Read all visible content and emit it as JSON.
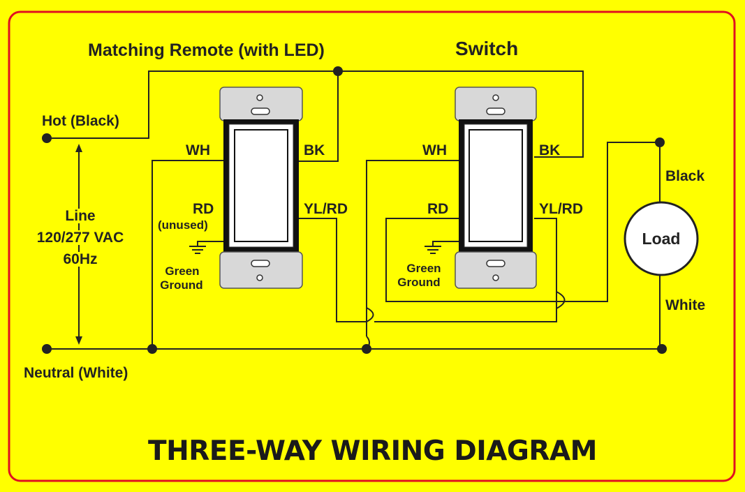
{
  "colors": {
    "background": "#ffff00",
    "border": "#e01020",
    "wire": "#222222",
    "switch_plate": "#d8d8d8",
    "switch_body": "#ffffff"
  },
  "labels": {
    "remote": "Matching Remote (with LED)",
    "switch": "Switch",
    "hot": "Hot (Black)",
    "neutral": "Neutral (White)",
    "line_1": "Line",
    "line_2": "120/277 VAC",
    "line_3": "60Hz",
    "remote_wh": "WH",
    "remote_bk": "BK",
    "remote_rd": "RD",
    "remote_unused": "(unused)",
    "remote_ylrd": "YL/RD",
    "remote_ground_1": "Green",
    "remote_ground_2": "Ground",
    "switch_wh": "WH",
    "switch_bk": "BK",
    "switch_rd": "RD",
    "switch_ylrd": "YL/RD",
    "switch_ground_1": "Green",
    "switch_ground_2": "Ground",
    "black": "Black",
    "white": "White",
    "load": "Load"
  },
  "title": "THREE-WAY WIRING DIAGRAM"
}
